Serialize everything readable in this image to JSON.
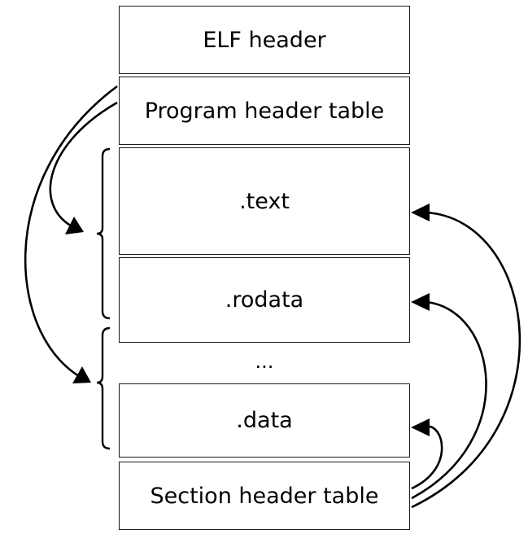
{
  "diagram": {
    "segments": {
      "elf_header": "ELF header",
      "program_header_table": "Program header table",
      "text": ".text",
      "rodata": ".rodata",
      "ellipsis": "...",
      "data": ".data",
      "section_header_table": "Section header table"
    }
  }
}
